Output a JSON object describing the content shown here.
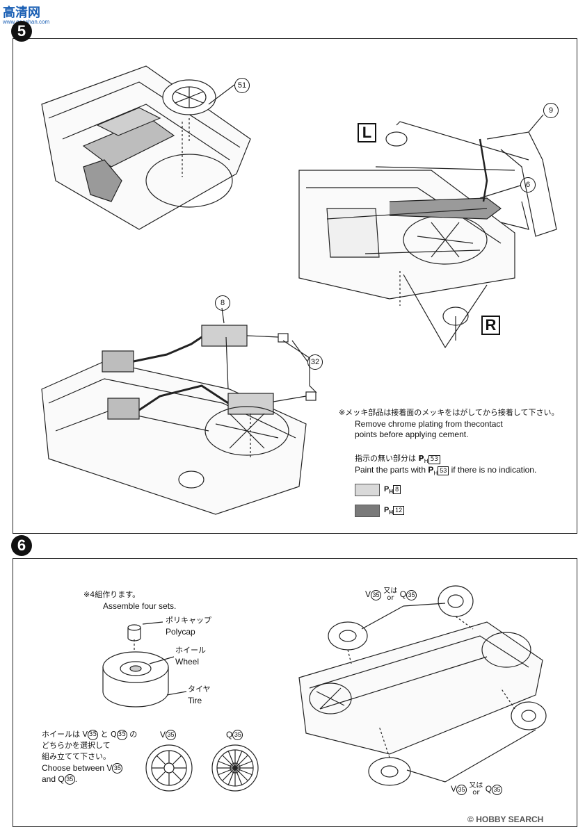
{
  "watermark_top": "高清网",
  "watermark_top_sub": "www.gaoshan.com",
  "step5": {
    "badge": "5",
    "part_51": "51",
    "part_9": "9",
    "part_6": "6",
    "part_8": "8",
    "part_32": "32",
    "letter_L": "L",
    "letter_R": "R",
    "notes": {
      "chrome_jp": "※メッキ部品は接着面のメッキをはがしてから接着して下さい。",
      "chrome_en1": "Remove chrome plating from thecontact",
      "chrome_en2": "points before applying cement.",
      "paint_jp_pre": "指示の無い部分は",
      "paint_jp_post": "",
      "paint_en_pre": "Paint the parts with",
      "paint_en_post": "if there is no indication.",
      "paint_prefix": "P",
      "paint_sub": "H",
      "paint_default_code": "53",
      "swatches": [
        {
          "code": "8",
          "color": "#d9d9d9"
        },
        {
          "code": "12",
          "color": "#7a7a7a"
        }
      ]
    }
  },
  "step6": {
    "badge": "6",
    "assemble_jp": "※4組作ります。",
    "assemble_en": "Assemble four sets.",
    "polycap_jp": "ポリキャップ",
    "polycap_en": "Polycap",
    "wheel_jp": "ホイール",
    "wheel_en": "Wheel",
    "tire_jp": "タイヤ",
    "tire_en": "Tire",
    "choose_jp1": "ホイールは",
    "choose_jp_and": "と",
    "choose_jp_no": "の",
    "choose_jp2": "どちらかを選択して",
    "choose_jp3": "組み立てて下さい。",
    "choose_en1": "Choose between V",
    "choose_en2": "and Q",
    "wheel_v_label": "V",
    "wheel_q_label": "Q",
    "part_35": "35",
    "or_jp": "又は",
    "or_en": "or"
  },
  "watermark_bottom": "HOBBY SEARCH",
  "watermark_bottom_mark": "©"
}
